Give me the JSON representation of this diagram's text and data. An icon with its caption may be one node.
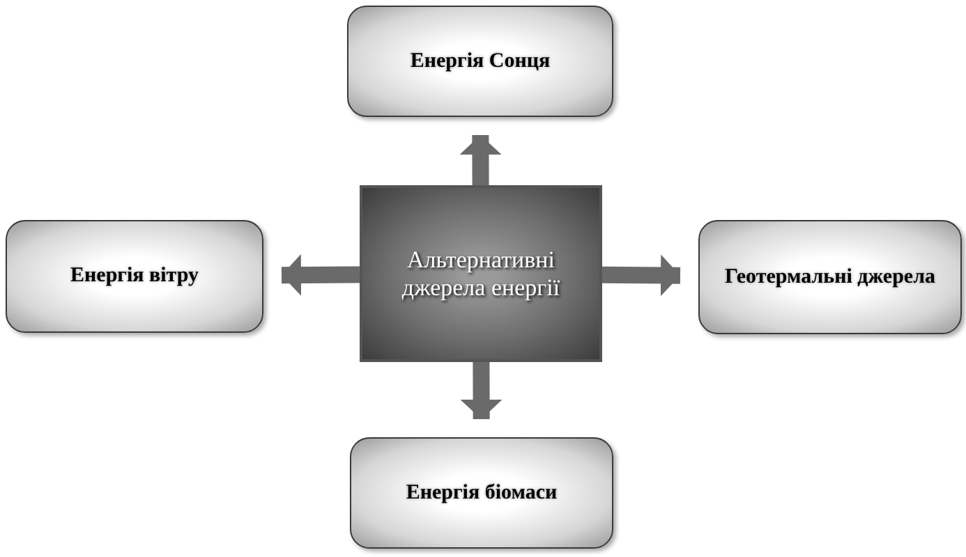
{
  "diagram": {
    "nodes": [
      {
        "text": [
          "Альтернативні джерела енергії"
        ]
      },
      {
        "text": [
          "Енергія Сонця"
        ]
      },
      {
        "text": [
          "Енергія вітру"
        ]
      },
      {
        "text": [
          "Геотермальні джерела"
        ]
      },
      {
        "text": [
          "Енергія біомаси"
        ]
      }
    ],
    "edges": [
      {
        "from": 0,
        "to": 1,
        "arrow": "to"
      },
      {
        "from": 0,
        "to": 2,
        "arrow": "to"
      },
      {
        "from": 0,
        "to": 3,
        "arrow": "to"
      },
      {
        "from": 0,
        "to": 4,
        "arrow": "to"
      }
    ]
  }
}
